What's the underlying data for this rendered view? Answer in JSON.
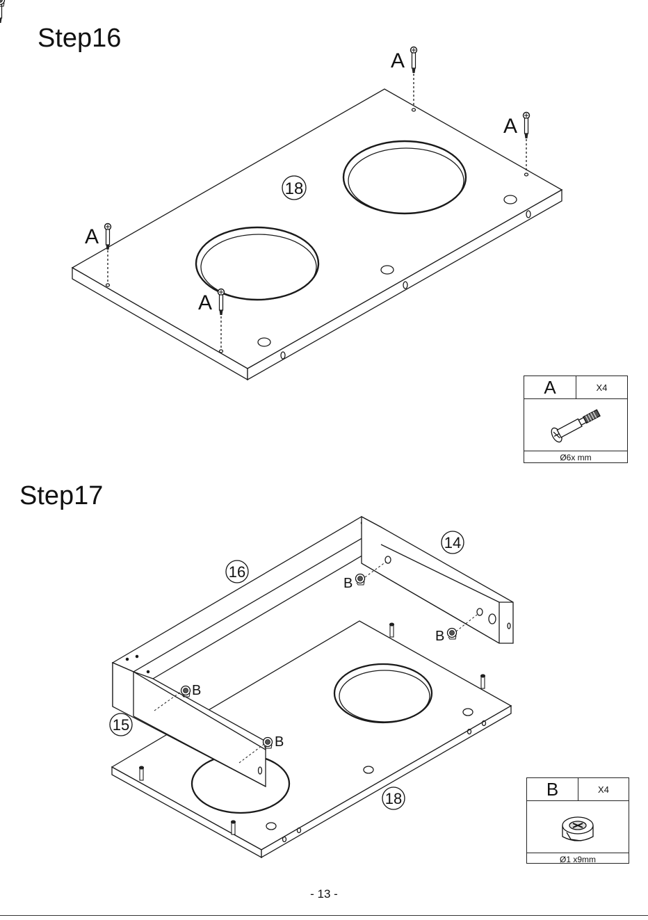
{
  "step16": {
    "title": "Step16",
    "part_label": "18",
    "fastener_letter": "A"
  },
  "step17": {
    "title": "Step17",
    "part_labels": {
      "p14": "14",
      "p15": "15",
      "p16": "16",
      "p18": "18"
    },
    "fastener_letter": "B"
  },
  "parts_box_a": {
    "letter": "A",
    "quantity": "X4",
    "size": "Ø6x    mm",
    "icon": "cam-bolt-icon"
  },
  "parts_box_b": {
    "letter": "B",
    "quantity": "X4",
    "size": "Ø1  x9mm",
    "icon": "cam-lock-nut-icon"
  },
  "page_number": "- 13 -",
  "colors": {
    "line": "#1a1a1a",
    "panel": "#ffffff"
  }
}
